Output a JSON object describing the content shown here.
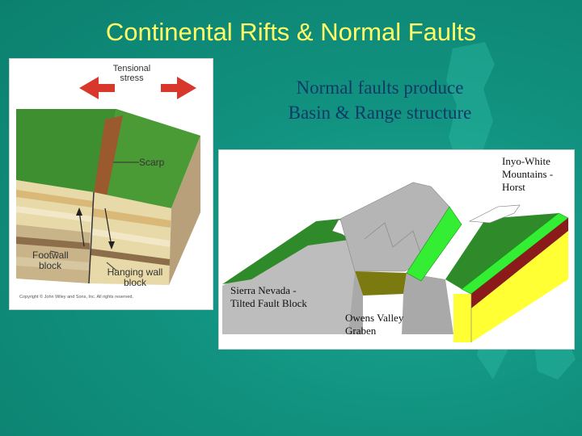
{
  "slide": {
    "title": "Continental Rifts & Normal Faults",
    "subtitle_line1": "Normal faults produce",
    "subtitle_line2": "Basin & Range structure"
  },
  "left_figure": {
    "stress_label_1": "Tensional",
    "stress_label_2": "stress",
    "scarp_label": "Scarp",
    "footwall_label_1": "Footwall",
    "footwall_label_2": "block",
    "hanging_label_1": "Hanging wall",
    "hanging_label_2": "block",
    "copyright": "Copyright © John Wiley and Sons, Inc. All rights reserved."
  },
  "right_figure": {
    "horst_label": "Inyo-White\nMountains -\nHorst",
    "sierra_label": "Sierra Nevada -\nTilted Fault Block",
    "graben_label": "Owens Valley\nGraben"
  },
  "colors": {
    "title": "#ffff66",
    "subtitle": "#0f3a66",
    "background": "#11917f",
    "arrow_red": "#d8382c",
    "grass_green": "#2f8a2a",
    "bright_green": "#33ee33",
    "dark_red": "#8b1a1a",
    "yellow": "#ffff33",
    "olive": "#7a7a10",
    "rock_gray": "#bdbdbd"
  }
}
